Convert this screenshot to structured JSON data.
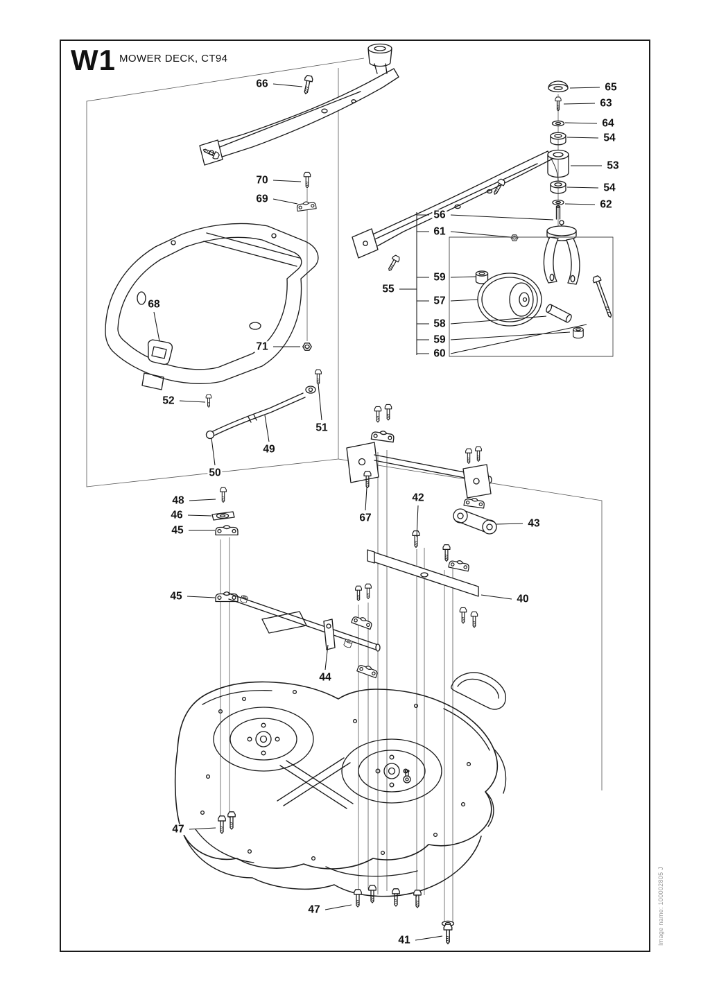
{
  "page": {
    "drawing_code": "W1",
    "title": "MOWER DECK, CT94",
    "side_note": "Image name: 100002805 J"
  },
  "callouts": [
    "66",
    "65",
    "63",
    "64",
    "54",
    "53",
    "54",
    "62",
    "56",
    "61",
    "55",
    "59",
    "57",
    "58",
    "59",
    "60",
    "70",
    "69",
    "68",
    "71",
    "52",
    "51",
    "49",
    "50",
    "48",
    "46",
    "45",
    "45",
    "67",
    "42",
    "43",
    "40",
    "44",
    "47",
    "47",
    "41"
  ]
}
